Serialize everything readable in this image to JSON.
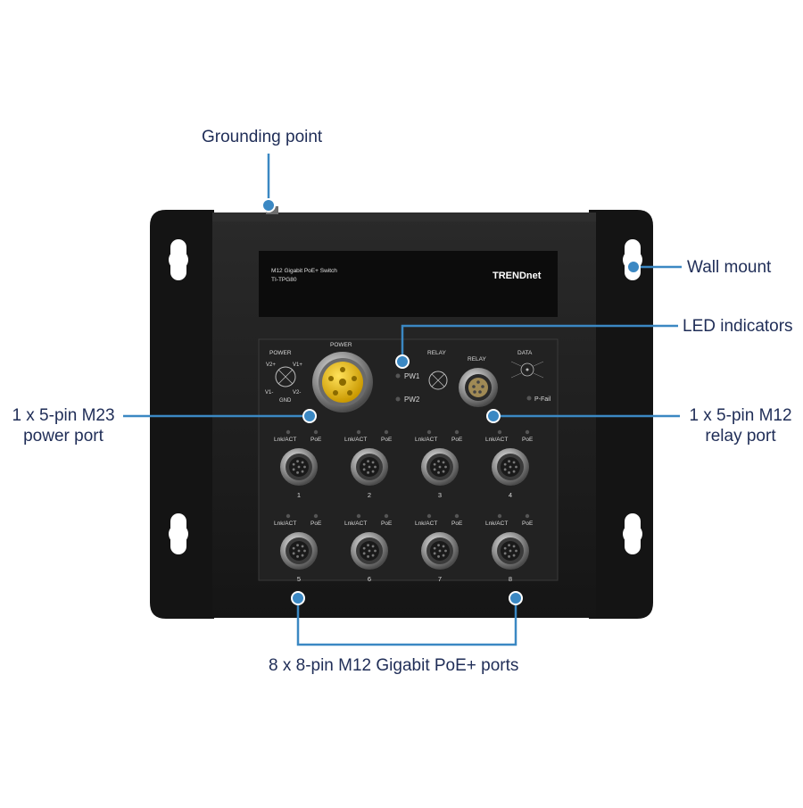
{
  "device": {
    "model_title": "M12 Gigabit PoE+ Switch",
    "model_number": "TI-TPG80",
    "brand": "TRENDnet",
    "power_label_left": "POWER",
    "power_label_port": "POWER",
    "power_pins": [
      "V2+",
      "V1+",
      "V1-",
      "V2-",
      "GND"
    ],
    "relay_label_left": "RELAY",
    "relay_label_port": "RELAY",
    "data_label": "DATA",
    "leds": [
      "PW1",
      "PW2",
      "P-Fail"
    ],
    "port_led_labels": [
      "Lnk/ACT",
      "PoE"
    ],
    "ports": [
      "1",
      "2",
      "3",
      "4",
      "5",
      "6",
      "7",
      "8"
    ]
  },
  "callouts": {
    "grounding": "Grounding point",
    "wall_mount": "Wall mount",
    "led_indicators": "LED indicators",
    "power_port_line1": "1 x 5-pin M23",
    "power_port_line2": "power port",
    "relay_port_line1": "1 x 5-pin M12",
    "relay_port_line2": "relay port",
    "poe_ports": "8 x 8-pin M12 Gigabit PoE+ ports"
  },
  "colors": {
    "callout_line": "#3b88c3",
    "callout_text": "#1f2d57",
    "chassis": "#1a1a1a",
    "power_connector": "#f2c40f"
  }
}
